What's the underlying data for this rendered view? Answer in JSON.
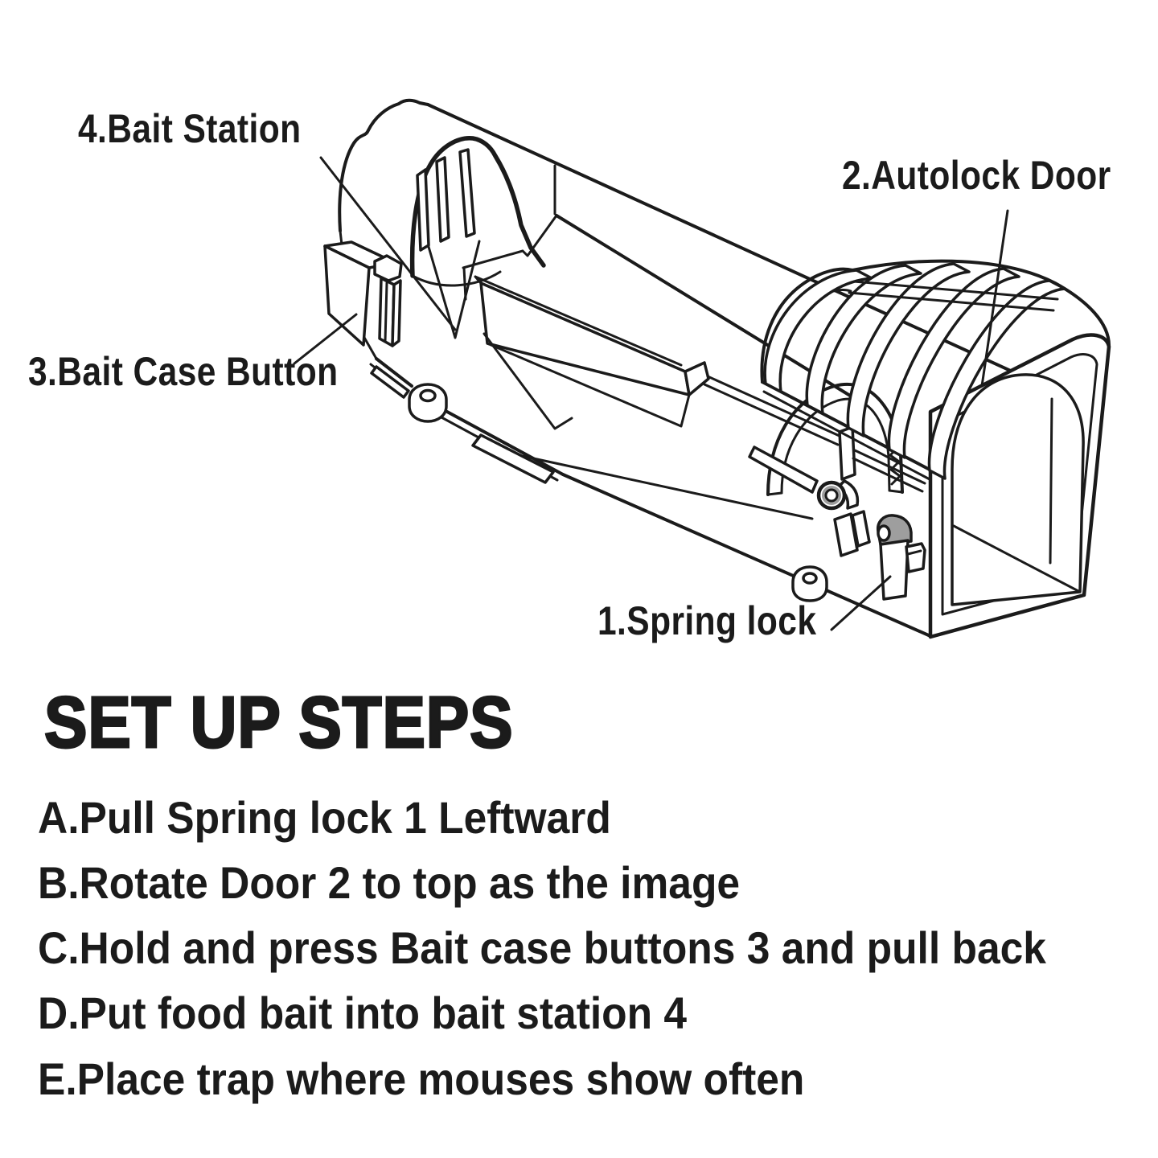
{
  "figure": {
    "title": "mouse trap parts diagram",
    "labels": {
      "spring_lock": "1.Spring lock",
      "autolock_door": "2.Autolock Door",
      "bait_case_button": "3.Bait Case Button",
      "bait_station": "4.Bait Station"
    }
  },
  "setup": {
    "heading": "SET UP STEPS",
    "steps": [
      "A.Pull Spring lock 1 Leftward",
      "B.Rotate Door 2 to top as the image",
      "C.Hold and press Bait case buttons 3 and pull back",
      "D.Put food bait into bait station 4",
      "E.Place trap where mouses show often"
    ]
  },
  "colors": {
    "ink": "#1b1b1b",
    "background": "#ffffff",
    "shade_gray": "#9e9e9e"
  }
}
